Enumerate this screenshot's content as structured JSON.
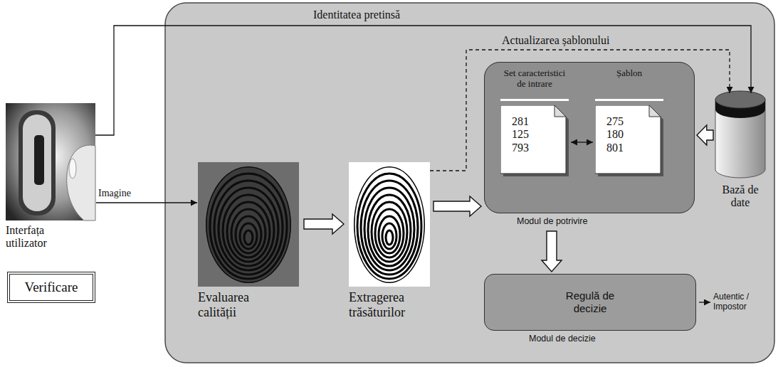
{
  "diagram": {
    "nodes": [
      {
        "text": [
          "Interfața utilizator"
        ]
      },
      {
        "text": [
          "Verificare"
        ]
      },
      {
        "text": [
          "Evaluarea calității"
        ]
      },
      {
        "text": [
          "Extragerea trăsăturilor"
        ]
      },
      {
        "text": [
          "Modul de potrivire"
        ]
      },
      {
        "text": [
          "Set caracteristici de intrare",
          "281 125 793"
        ],
        "in": 4
      },
      {
        "text": [
          "Șablon",
          "275 180 801"
        ],
        "in": 4
      },
      {
        "text": [
          "Bază de date"
        ]
      },
      {
        "text": [
          "Regulă de decizie",
          "Modul de decizie"
        ]
      }
    ],
    "edges": [
      {
        "from": 0,
        "to": 7,
        "label": "Identitatea pretinsă",
        "arrow": "to"
      },
      {
        "from": 0,
        "to": 2,
        "label": "Imagine",
        "arrow": "to"
      },
      {
        "from": 2,
        "to": 3,
        "arrow": "to"
      },
      {
        "from": 3,
        "to": 4,
        "arrow": "to"
      },
      {
        "from": 3,
        "to": 7,
        "label": "Actualizarea șablonului",
        "arrow": "to"
      },
      {
        "from": 5,
        "to": 6,
        "arrow": "both"
      },
      {
        "from": 7,
        "to": 4,
        "arrow": "to"
      },
      {
        "from": 4,
        "to": 8,
        "arrow": "to"
      }
    ],
    "labels": [
      "Autentic / Impostor"
    ]
  }
}
